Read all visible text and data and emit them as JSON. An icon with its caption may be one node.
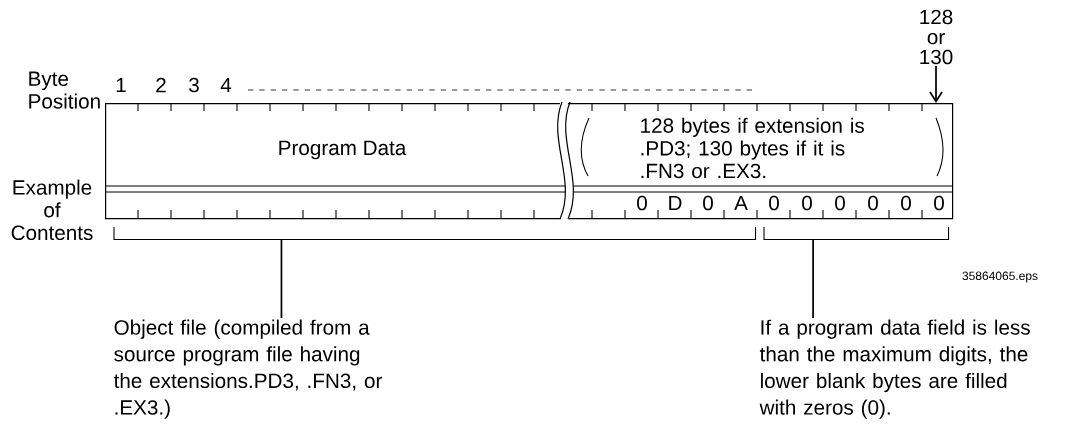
{
  "diagram": {
    "nodes": [
      {
        "text": [
          "Program Data",
          "128 bytes if extension is .PD3; 130 bytes if it is .FN3 or .EX3."
        ]
      },
      {
        "text": [
          "128 or 130"
        ]
      },
      {
        "text": [],
        "shape": "bracket"
      },
      {
        "text": [],
        "shape": "bracket"
      },
      {
        "text": [
          "Object file (compiled from a source program file having the extensions.PD3, .FN3, or .EX3.)"
        ]
      },
      {
        "text": [
          "If a program data field is less than the maximum digits, the lower blank bytes are filled with zeros (0)."
        ]
      }
    ],
    "edges": [
      {
        "from": 1,
        "to": 0,
        "arrow": "to"
      },
      {
        "from": 4,
        "to": 2,
        "arrow": "none"
      },
      {
        "from": 5,
        "to": 3,
        "arrow": "none"
      }
    ],
    "labels": [
      "Byte Position",
      "1",
      "2",
      "3",
      "4",
      "Example of Contents",
      "0",
      "D",
      "0",
      "A",
      "0",
      "0",
      "0",
      "0",
      "0",
      "0",
      "35864065.eps"
    ]
  }
}
